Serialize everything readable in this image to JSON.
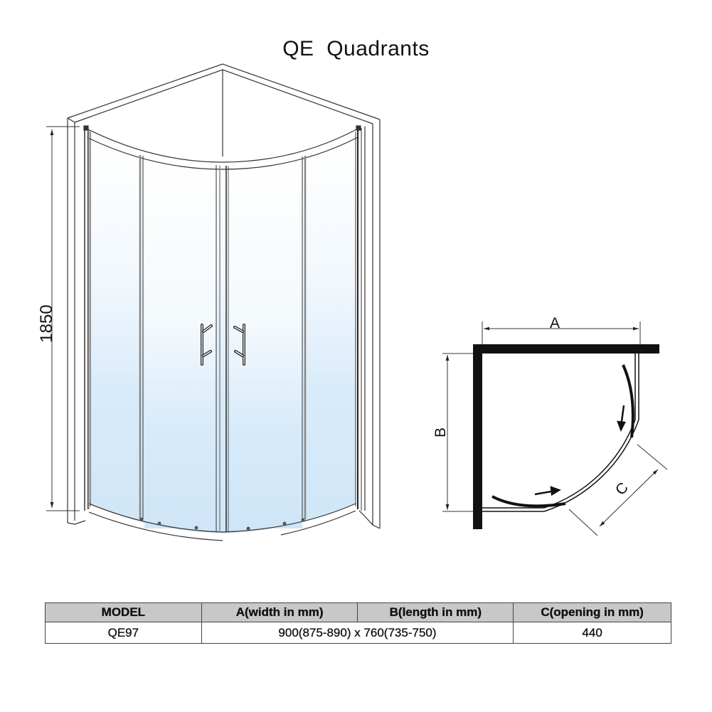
{
  "title": "QE  Quadrants",
  "perspective_view": {
    "height_dimension": "1850",
    "glass_gradient": {
      "top": "#ffffff",
      "bottom": "#cfe6f8"
    },
    "panels": 4,
    "handles": 2
  },
  "plan_view": {
    "label_a": "A",
    "label_b": "B",
    "label_c": "C"
  },
  "spec_table": {
    "headers": {
      "model": "MODEL",
      "a": "A(width in mm)",
      "b": "B(length in mm)",
      "c": "C(opening in mm)"
    },
    "rows": [
      {
        "model": "QE97",
        "ab": "900(875-890) x 760(735-750)",
        "c": "440"
      }
    ]
  },
  "colors": {
    "line": "#111111",
    "header_bg": "#c8c8c8",
    "glass_blue": "#cfe6f8"
  }
}
